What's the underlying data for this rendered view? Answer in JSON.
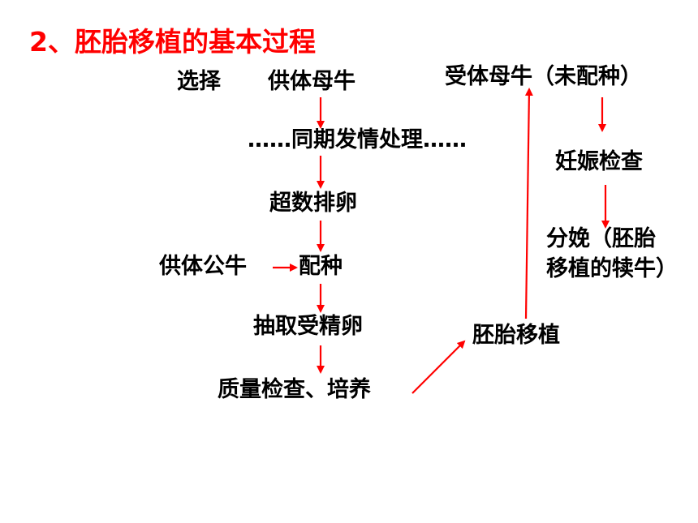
{
  "title": "2、胚胎移植的基本过程",
  "nodes": {
    "select": "选择",
    "donor_cow": "供体母牛",
    "recipient_cow": "受体母牛（未配种）",
    "sync_estrus": "……同期发情处理……",
    "pregnancy_check": "妊娠检查",
    "superovulation": "超数排卵",
    "calving_line1": "分娩（胚胎",
    "calving_line2": "移植的犊牛）",
    "donor_bull": "供体公牛",
    "mating": "配种",
    "flush_eggs": "抽取受精卵",
    "embryo_transfer": "胚胎移植",
    "quality_check": "质量检查、培养"
  },
  "colors": {
    "title": "#ff0000",
    "arrow": "#ff0000",
    "text": "#000000"
  }
}
